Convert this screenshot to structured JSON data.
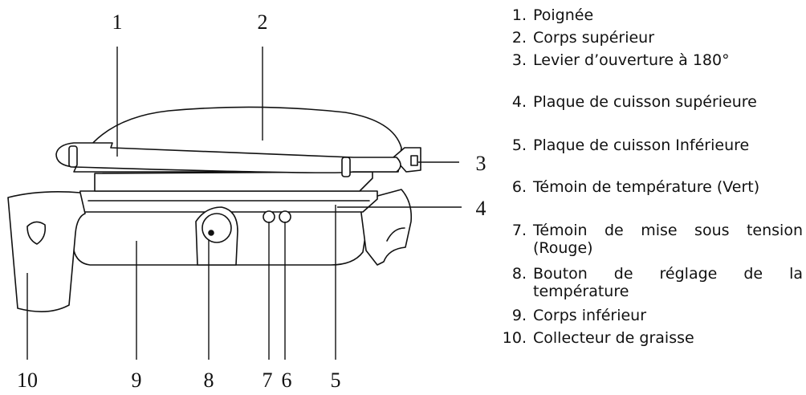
{
  "callouts": [
    "1",
    "2",
    "3",
    "4",
    "5",
    "6",
    "7",
    "8",
    "9",
    "10"
  ],
  "legend": [
    {
      "num": "1.",
      "text": "Poignée"
    },
    {
      "num": "2.",
      "text": "Corps supérieur"
    },
    {
      "num": "3.",
      "text": "Levier d’ouverture à 180°"
    },
    {
      "num": "4.",
      "text": "Plaque de cuisson supérieure"
    },
    {
      "num": "5.",
      "text": "Plaque de cuisson Inférieure"
    },
    {
      "num": "6.",
      "text": "Témoin de température (Vert)"
    },
    {
      "num": "7.",
      "text": "Témoin de mise sous tension (Rouge)"
    },
    {
      "num": "8.",
      "text": "Bouton de réglage de la température"
    },
    {
      "num": "9.",
      "text": "Corps inférieur"
    },
    {
      "num": "10.",
      "text": "Collecteur de graisse"
    }
  ]
}
